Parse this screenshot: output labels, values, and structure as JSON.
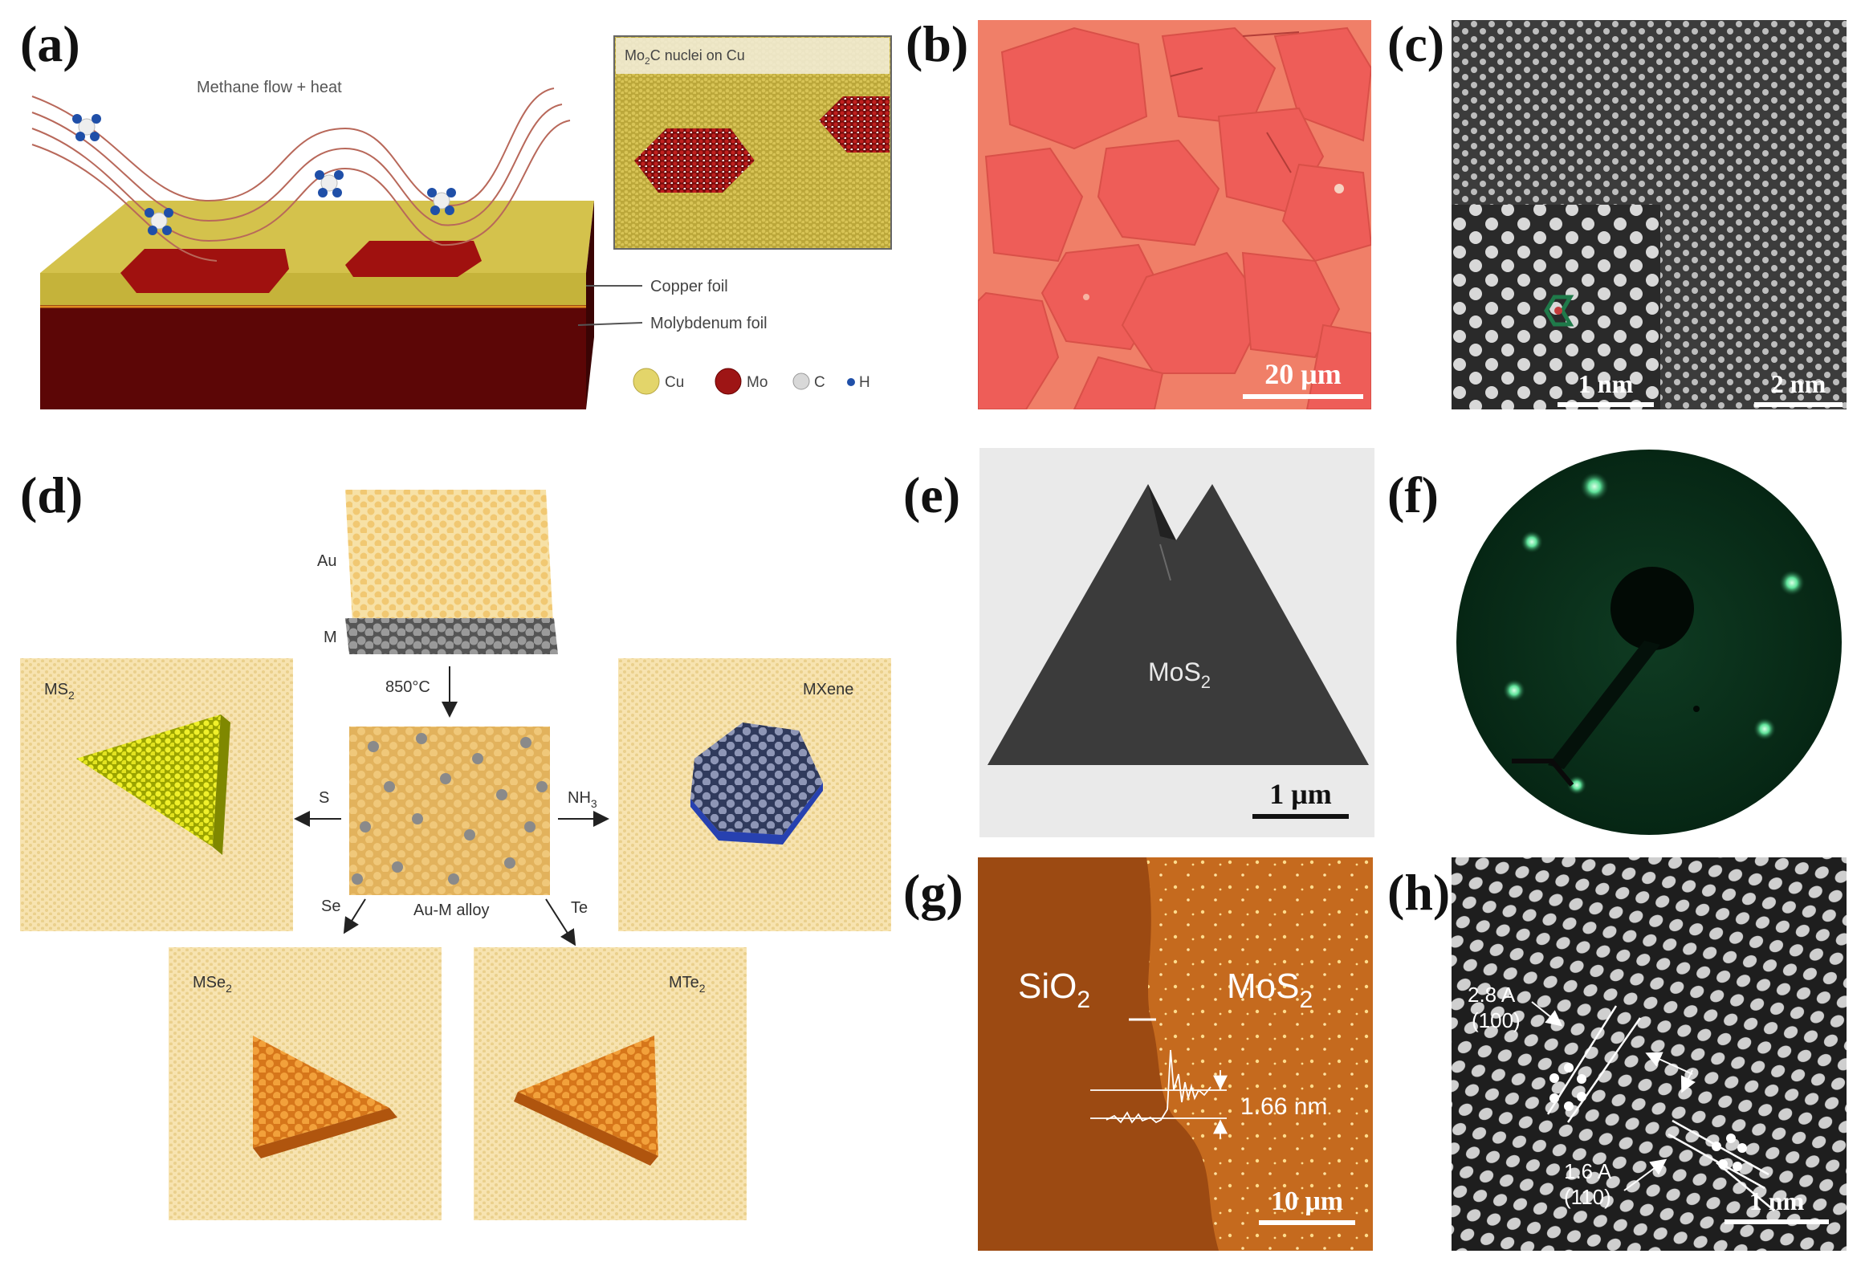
{
  "panels": {
    "a": {
      "letter": "(a)",
      "methane_label": "Methane flow + heat",
      "inset_title": "Mo",
      "inset_title_sub": "2",
      "inset_title_rest": "C nuclei on Cu",
      "copper_label": "Copper foil",
      "molybdenum_label": "Molybdenum foil",
      "legend": [
        {
          "symbol": "Cu",
          "color": "#e3d56a"
        },
        {
          "symbol": "Mo",
          "color": "#9e1515"
        },
        {
          "symbol": "C",
          "color": "#d8d8d8"
        },
        {
          "symbol": "H",
          "color": "#1f4fa8"
        }
      ]
    },
    "b": {
      "letter": "(b)",
      "scale": "20 μm"
    },
    "c": {
      "letter": "(c)",
      "scale_inset": "1 nm",
      "scale_main": "2 nm"
    },
    "d": {
      "letter": "(d)",
      "au": "Au",
      "m": "M",
      "temp": "850°C",
      "alloy": "Au-M alloy",
      "s": "S",
      "nh3": "NH",
      "nh3_sub": "3",
      "se": "Se",
      "te": "Te",
      "ms2": "MS",
      "ms2_sub": "2",
      "mxene": "MXene",
      "mse2": "MSe",
      "mse2_sub": "2",
      "mte2": "MTe",
      "mte2_sub": "2"
    },
    "e": {
      "letter": "(e)",
      "label": "MoS",
      "label_sub": "2",
      "scale": "1 μm"
    },
    "f": {
      "letter": "(f)"
    },
    "g": {
      "letter": "(g)",
      "left": "SiO",
      "left_sub": "2",
      "right": "MoS",
      "right_sub": "2",
      "height": "1.66 nm",
      "scale": "10 μm"
    },
    "h": {
      "letter": "(h)",
      "d1": "2.8 A",
      "d1_plane": "(100)",
      "d2": "1.6 A",
      "d2_plane": "(110)",
      "scale": "1 nm"
    }
  }
}
